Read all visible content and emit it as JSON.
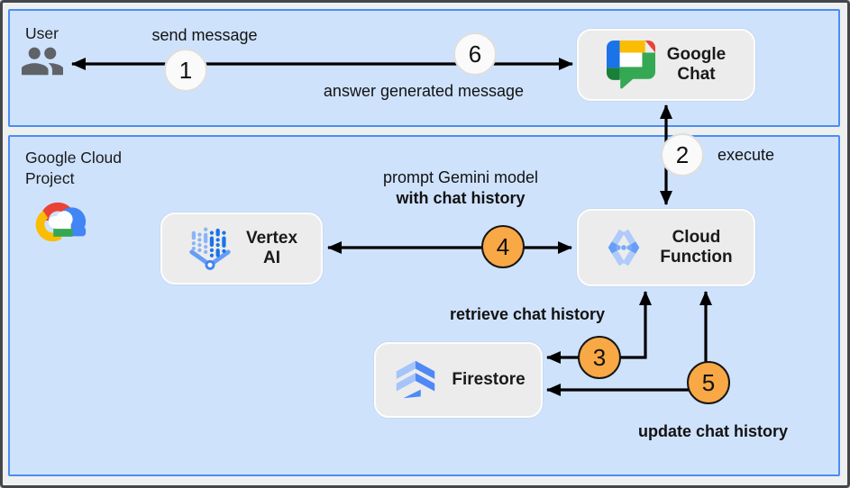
{
  "zones": {
    "user": {
      "title": "User"
    },
    "gcp": {
      "title": "Google Cloud\nProject"
    }
  },
  "nodes": {
    "google_chat": {
      "label": "Google\nChat",
      "icon": "google-chat-icon"
    },
    "vertex_ai": {
      "label": "Vertex\nAI",
      "icon": "vertex-ai-icon"
    },
    "cloud_function": {
      "label": "Cloud\nFunction",
      "icon": "cloud-functions-icon"
    },
    "firestore": {
      "label": "Firestore",
      "icon": "firestore-icon"
    }
  },
  "steps": [
    {
      "num": "1",
      "label": "send message",
      "badge": "white"
    },
    {
      "num": "2",
      "label": "execute",
      "badge": "white"
    },
    {
      "num": "3",
      "label": "retrieve chat history",
      "badge": "orange"
    },
    {
      "num": "4",
      "label_line1": "prompt Gemini model",
      "label_line2": "with chat history",
      "badge": "orange"
    },
    {
      "num": "5",
      "label": "update chat history",
      "badge": "orange"
    },
    {
      "num": "6",
      "label": "answer generated message",
      "badge": "white"
    }
  ],
  "colors": {
    "zone_fill": "#cfe2fc",
    "zone_border": "#4a8cf5",
    "node_fill": "#ececec",
    "arrow": "#000000",
    "badge_white": "#fafafa",
    "badge_orange": "#f8a845",
    "user_icon_gray": "#5f6368"
  }
}
